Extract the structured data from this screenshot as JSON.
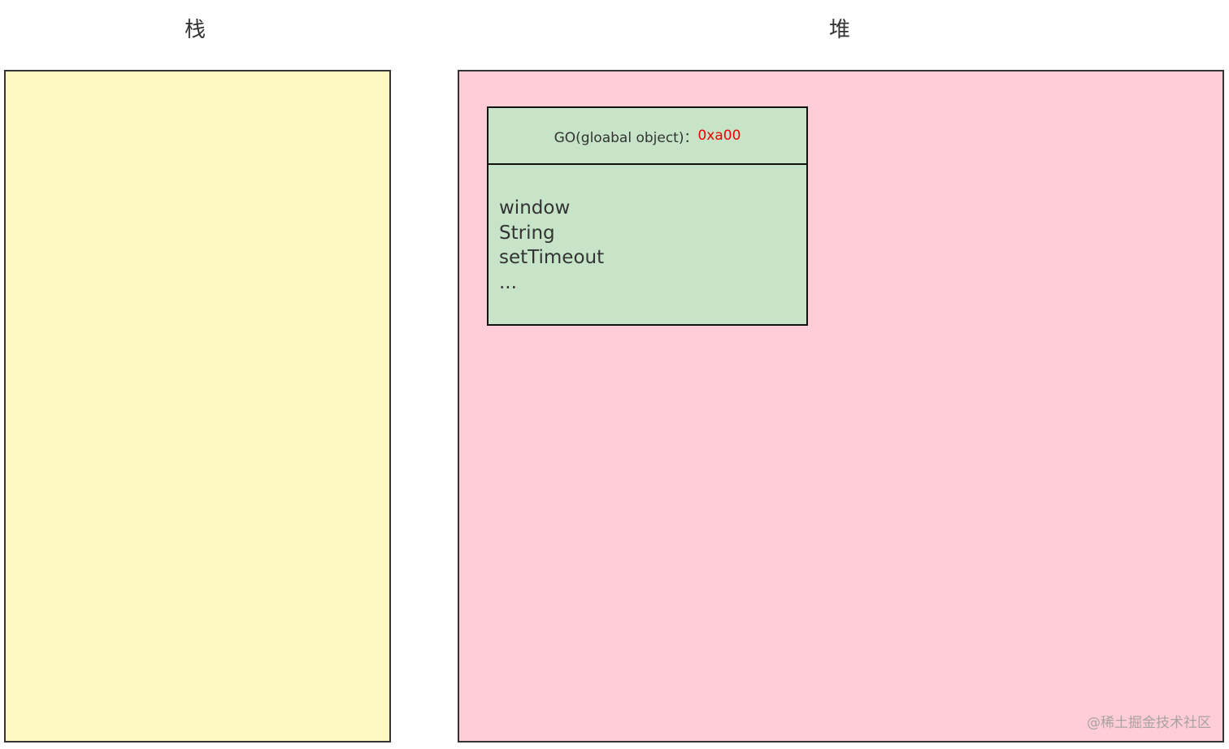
{
  "stack": {
    "title": "栈"
  },
  "heap": {
    "title": "堆",
    "go_object": {
      "label": "GO(gloabal object)：",
      "address": "0xa00",
      "members": [
        "window",
        "String",
        "setTimeout",
        "..."
      ]
    }
  },
  "watermark": "@稀土掘金技术社区",
  "colors": {
    "stack_fill": "#fdf7c3",
    "heap_fill": "#ffcdd5",
    "object_fill": "#c7e4c8",
    "address_text": "#ee0000",
    "border": "#333333"
  }
}
